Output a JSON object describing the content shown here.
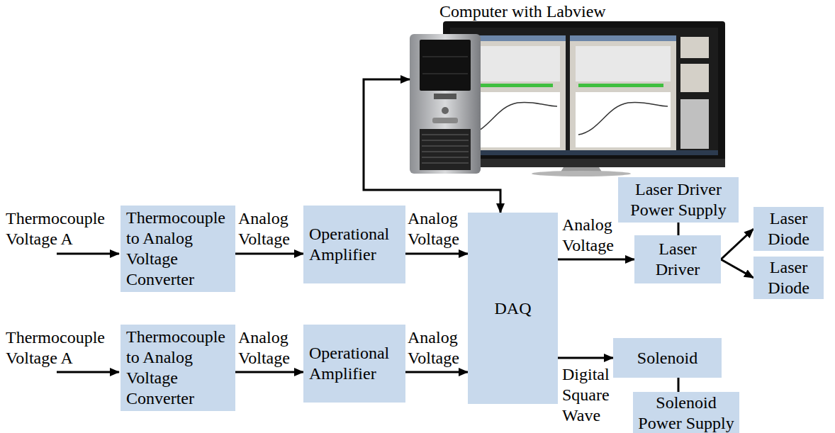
{
  "diagram": {
    "nodes": [
      {
        "text": [
          "Computer with Labview"
        ]
      },
      {
        "text": [
          "Thermocouple to Analog Voltage Converter"
        ]
      },
      {
        "text": [
          "Operational Amplifier"
        ]
      },
      {
        "text": [
          "DAQ"
        ]
      },
      {
        "text": [
          "Laser Driver Power Supply"
        ]
      },
      {
        "text": [
          "Laser Driver"
        ]
      },
      {
        "text": [
          "Laser Diode"
        ]
      },
      {
        "text": [
          "Laser Diode"
        ]
      },
      {
        "text": [
          "Thermocouple to Analog Voltage Converter"
        ]
      },
      {
        "text": [
          "Operational Amplifier"
        ]
      },
      {
        "text": [
          "Solenoid"
        ]
      },
      {
        "text": [
          "Solenoid Power Supply"
        ]
      }
    ],
    "edges": [
      {
        "from": 0,
        "to": 3,
        "arrow": "both"
      },
      {
        "from": 1,
        "to": 2,
        "label": "Analog Voltage",
        "arrow": "to"
      },
      {
        "from": 2,
        "to": 3,
        "label": "Analog Voltage",
        "arrow": "to"
      },
      {
        "from": 3,
        "to": 5,
        "label": "Analog Voltage",
        "arrow": "to"
      },
      {
        "from": 4,
        "to": 5,
        "arrow": "none"
      },
      {
        "from": 5,
        "to": 6,
        "arrow": "to"
      },
      {
        "from": 5,
        "to": 7,
        "arrow": "to"
      },
      {
        "from": 8,
        "to": 9,
        "label": "Analog Voltage",
        "arrow": "to"
      },
      {
        "from": 9,
        "to": 3,
        "label": "Analog Voltage",
        "arrow": "to"
      },
      {
        "from": 3,
        "to": 10,
        "label": "Digital Square Wave",
        "arrow": "to"
      },
      {
        "from": 10,
        "to": 11,
        "arrow": "none"
      }
    ],
    "labels": [
      "Thermocouple Voltage A",
      "Thermocouple Voltage A"
    ]
  }
}
